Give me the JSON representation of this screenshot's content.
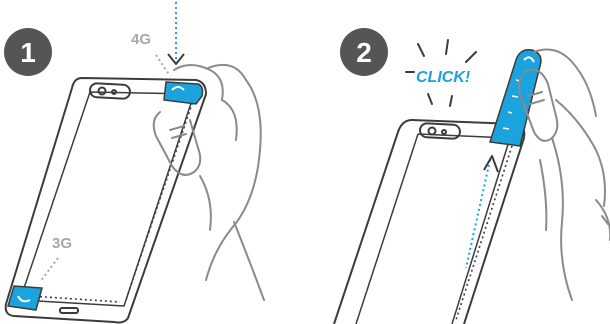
{
  "panel_1": {
    "step_number": "1",
    "top_label": "4G",
    "bottom_label": "3G"
  },
  "panel_2": {
    "step_number": "2",
    "sound_label": "CLICK!"
  },
  "colors": {
    "accent": "#1aa3dd",
    "badge": "#555555",
    "label_gray": "#a7a7a7",
    "outline": "#3c3c3c",
    "hand": "#8a8a8a"
  },
  "icons": [
    "phone-case-outline",
    "hand-outline",
    "arrow-down-icon",
    "arrow-up-icon",
    "antenna-tab-icon"
  ]
}
